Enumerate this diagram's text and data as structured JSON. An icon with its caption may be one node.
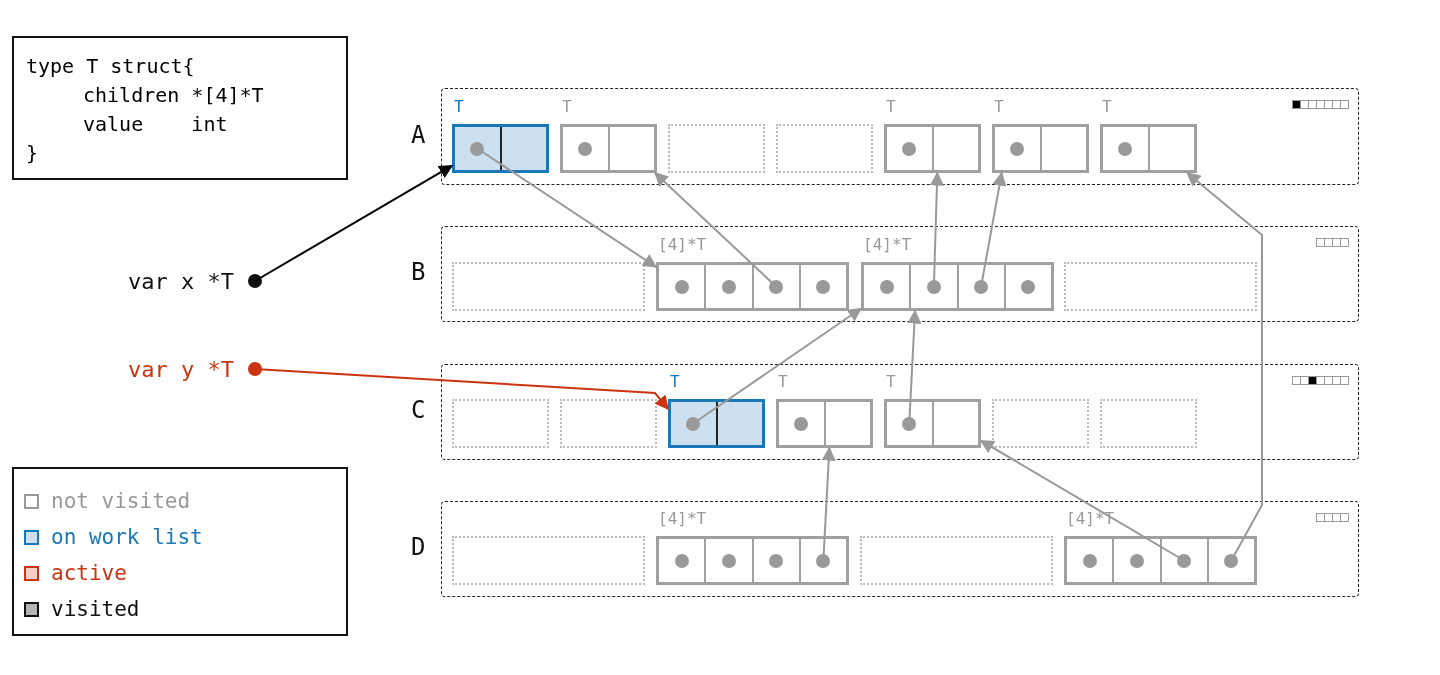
{
  "diagram": {
    "nodes": [
      {
        "text": [
          "type T struct{",
          "children *[4]*T",
          "value    int",
          "}"
        ]
      },
      {
        "text": [
          "var x *T"
        ]
      },
      {
        "text": [
          "var y *T"
        ]
      },
      {
        "text": [
          "A"
        ]
      },
      {
        "text": [
          "T"
        ],
        "in": 3
      },
      {
        "text": [
          "T"
        ],
        "in": 3
      },
      {
        "text": [],
        "shape": "box",
        "in": 3
      },
      {
        "text": [],
        "shape": "box",
        "in": 3
      },
      {
        "text": [
          "T"
        ],
        "in": 3
      },
      {
        "text": [
          "T"
        ],
        "in": 3
      },
      {
        "text": [
          "T"
        ],
        "in": 3
      },
      {
        "text": [
          "B"
        ]
      },
      {
        "text": [],
        "shape": "box",
        "in": 11
      },
      {
        "text": [
          "[4]*T"
        ],
        "in": 11
      },
      {
        "text": [
          "[4]*T"
        ],
        "in": 11
      },
      {
        "text": [],
        "shape": "box",
        "in": 11
      },
      {
        "text": [
          "C"
        ]
      },
      {
        "text": [],
        "shape": "box",
        "in": 16
      },
      {
        "text": [],
        "shape": "box",
        "in": 16
      },
      {
        "text": [
          "T"
        ],
        "in": 16
      },
      {
        "text": [
          "T"
        ],
        "in": 16
      },
      {
        "text": [
          "T"
        ],
        "in": 16
      },
      {
        "text": [],
        "shape": "box",
        "in": 16
      },
      {
        "text": [],
        "shape": "box",
        "in": 16
      },
      {
        "text": [
          "D"
        ]
      },
      {
        "text": [],
        "shape": "box",
        "in": 24
      },
      {
        "text": [
          "[4]*T"
        ],
        "in": 24
      },
      {
        "text": [],
        "shape": "box",
        "in": 24
      },
      {
        "text": [
          "[4]*T"
        ],
        "in": 24
      }
    ],
    "edges": [
      {
        "from": 1,
        "to": 4,
        "arrow": "to",
        "color": "#000000"
      },
      {
        "from": 2,
        "to": 19,
        "arrow": "to",
        "color": "#cc3311"
      },
      {
        "from": 4,
        "to": 13,
        "arrow": "to"
      },
      {
        "from": 13,
        "to": 5,
        "arrow": "to"
      },
      {
        "from": 14,
        "to": 8,
        "arrow": "to"
      },
      {
        "from": 14,
        "to": 9,
        "arrow": "to"
      },
      {
        "from": 19,
        "to": 14,
        "arrow": "to"
      },
      {
        "from": 21,
        "to": 14,
        "arrow": "to"
      },
      {
        "from": 26,
        "to": 20,
        "arrow": "to"
      },
      {
        "from": 28,
        "to": 21,
        "arrow": "to"
      },
      {
        "from": 28,
        "to": 10,
        "arrow": "to"
      }
    ],
    "legend": [
      {
        "text": "not visited",
        "color": "#ffffff"
      },
      {
        "text": "on work list",
        "color": "#cce0ef"
      },
      {
        "text": "active",
        "color": "#f6cfc8"
      },
      {
        "text": "visited",
        "color": "#b4b4b4"
      }
    ]
  }
}
